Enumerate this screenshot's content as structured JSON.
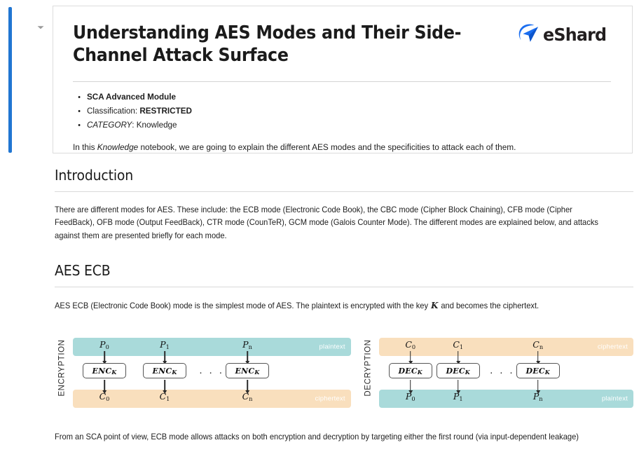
{
  "notebook": {
    "cell_selected": true,
    "accent_color": "#2176d2",
    "collapse_icon": "chevron-down-icon"
  },
  "header_cell": {
    "title": "Understanding AES Modes and Their Side-Channel Attack Surface",
    "brand": {
      "mark": "eshard-arrow-logo",
      "word": "eShard",
      "mark_color": "#1a6ef0",
      "word_color": "#231f20"
    },
    "meta_items": [
      {
        "text": "SCA Advanced Module",
        "style": "bold"
      },
      {
        "prefix": "Classification: ",
        "value": "RESTRICTED",
        "style": "label-bold-value"
      },
      {
        "prefix": "CATEGORY",
        "suffix": ": Knowledge",
        "style": "italic-label"
      }
    ],
    "intro_prefix": "In this ",
    "intro_italic": "Knowledge",
    "intro_suffix": " notebook, we are going to explain the different AES modes and the specificities to attack each of them."
  },
  "sections": [
    {
      "id": "introduction",
      "heading": "Introduction",
      "paragraph": "There are different modes for AES. These include: the ECB mode (Electronic Code Book), the CBC mode (Cipher Block Chaining), CFB mode (Cipher FeedBack), OFB mode (Output FeedBack), CTR mode (CounTeR), GCM mode (Galois Counter Mode). The different modes are explained below, and attacks against them are presented briefly for each mode."
    },
    {
      "id": "aes-ecb",
      "heading": "AES ECB",
      "paragraph_before_math": "AES ECB (Electronic Code Book) mode is the simplest mode of AES. The plaintext is encrypted with the key ",
      "math_symbol": "K",
      "paragraph_after_math": " and becomes the ciphertext."
    }
  ],
  "diagrams": [
    {
      "id": "ecb-encryption",
      "vertical_label": "ENCRYPTION",
      "top_band": {
        "caption": "plaintext",
        "color": "#a9dada"
      },
      "bottom_band": {
        "caption": "ciphertext",
        "color": "#f9dfbd"
      },
      "function_label": "ENC",
      "function_subscript": "K",
      "columns": [
        {
          "top": "P",
          "top_sub": "0",
          "bottom": "C",
          "bottom_sub": "0"
        },
        {
          "top": "P",
          "top_sub": "1",
          "bottom": "C",
          "bottom_sub": "1"
        },
        {
          "top": "P",
          "top_sub": "n",
          "bottom": "C",
          "bottom_sub": "n"
        }
      ],
      "ellipsis": "· · ·"
    },
    {
      "id": "ecb-decryption",
      "vertical_label": "DECRYPTION",
      "top_band": {
        "caption": "ciphertext",
        "color": "#f9dfbd"
      },
      "bottom_band": {
        "caption": "plaintext",
        "color": "#a9dada"
      },
      "function_label": "DEC",
      "function_subscript": "K",
      "columns": [
        {
          "top": "C",
          "top_sub": "0",
          "bottom": "P",
          "bottom_sub": "0"
        },
        {
          "top": "C",
          "top_sub": "1",
          "bottom": "P",
          "bottom_sub": "1"
        },
        {
          "top": "C",
          "top_sub": "n",
          "bottom": "P",
          "bottom_sub": "n"
        }
      ],
      "ellipsis": "· · ·"
    }
  ],
  "footer_text": "From an SCA point of view, ECB mode allows attacks on both encryption and decryption by targeting either the first round (via input-dependent leakage)"
}
